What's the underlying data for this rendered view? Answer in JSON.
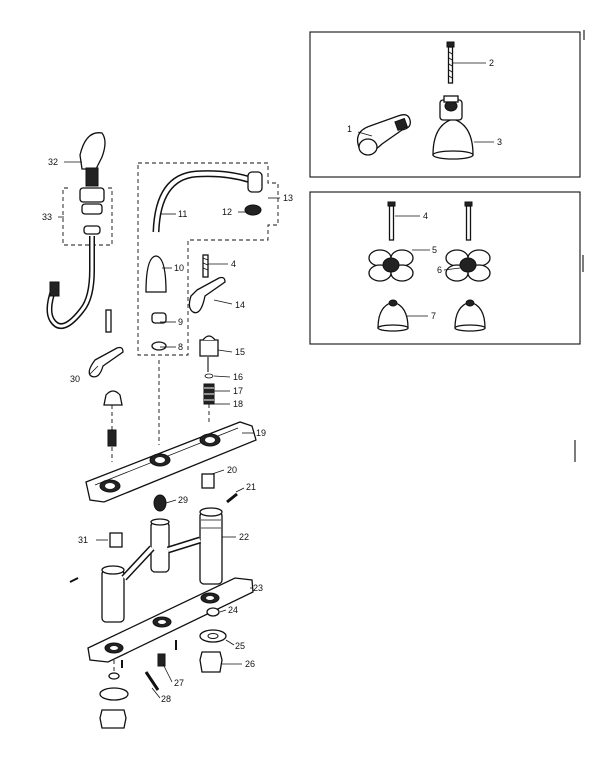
{
  "diagram": {
    "callouts": [
      "1",
      "2",
      "3",
      "4",
      "5",
      "6",
      "7",
      "8",
      "9",
      "10",
      "11",
      "12",
      "13",
      "4",
      "14",
      "15",
      "16",
      "17",
      "18",
      "19",
      "20",
      "21",
      "22",
      "23",
      "24",
      "25",
      "26",
      "27",
      "28",
      "29",
      "30",
      "31",
      "32",
      "33"
    ]
  }
}
